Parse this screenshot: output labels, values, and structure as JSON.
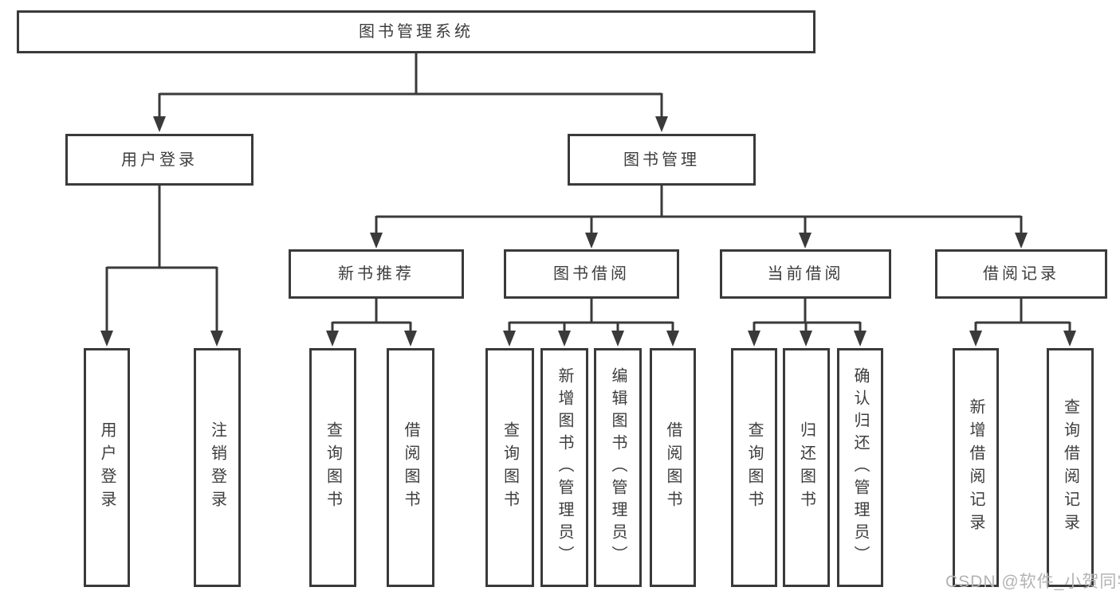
{
  "diagram": {
    "root": {
      "label": "图书管理系统"
    },
    "level2": [
      {
        "label": "用户登录"
      },
      {
        "label": "图书管理"
      }
    ],
    "level3": [
      {
        "label": "新书推荐"
      },
      {
        "label": "图书借阅"
      },
      {
        "label": "当前借阅"
      },
      {
        "label": "借阅记录"
      }
    ],
    "leaves": [
      {
        "label": "用户登录"
      },
      {
        "label": "注销登录"
      },
      {
        "label": "查询图书"
      },
      {
        "label": "借阅图书"
      },
      {
        "label": "查询图书"
      },
      {
        "label": "新增图书（管理员）"
      },
      {
        "label": "编辑图书（管理员）"
      },
      {
        "label": "借阅图书"
      },
      {
        "label": "查询图书"
      },
      {
        "label": "归还图书"
      },
      {
        "label": "确认归还（管理员）"
      },
      {
        "label": "新增借阅记录"
      },
      {
        "label": "查询借阅记录"
      }
    ]
  },
  "watermark": "CSDN @软件_小贺同学",
  "colors": {
    "line": "#3a3a3a",
    "box_border": "#3a3a3a",
    "text": "#3d3d3d",
    "watermark": "#b3b3b3",
    "background": "#ffffff"
  }
}
